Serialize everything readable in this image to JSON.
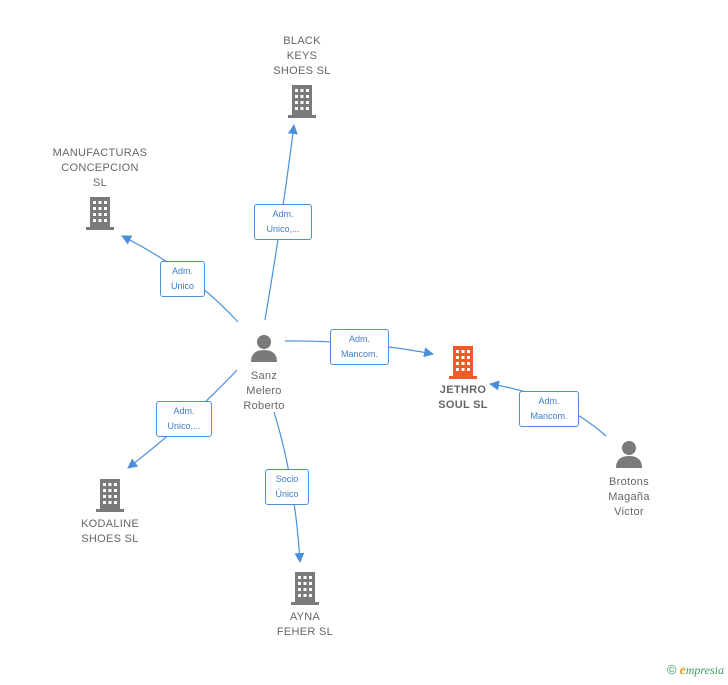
{
  "colors": {
    "edge": "#4a90d9",
    "company_icon": "#7a7a7a",
    "main_company_icon": "#f05a28",
    "person_icon": "#7a7a7a"
  },
  "nodes": {
    "person_sanz": {
      "label": "Sanz\nMelero\nRoberto",
      "icon": "person-icon"
    },
    "person_brotons": {
      "label": "Brotons\nMagaña\nVictor",
      "icon": "person-icon"
    },
    "company_jethro": {
      "label": "JETHRO\nSOUL  SL",
      "icon": "building-icon"
    },
    "company_black_keys": {
      "label": "BLACK\nKEYS\nSHOES  SL",
      "icon": "building-icon"
    },
    "company_manufacturas": {
      "label": "MANUFACTURAS\nCONCEPCION\nSL",
      "icon": "building-icon"
    },
    "company_kodaline": {
      "label": "KODALINE\nSHOES  SL",
      "icon": "building-icon"
    },
    "company_ayna": {
      "label": "AYNA\nFEHER  SL",
      "icon": "building-icon"
    }
  },
  "edges": {
    "sanz_black_keys": "Adm.\nUnico,...",
    "sanz_manufacturas": "Adm.\nUnico",
    "sanz_jethro": "Adm.\nMancom.",
    "brotons_jethro": "Adm.\nMancom.",
    "sanz_kodaline": "Adm.\nUnico,...",
    "sanz_ayna": "Socio\nÚnico"
  },
  "footer": {
    "copyright": "©",
    "brand_first": "e",
    "brand_rest": "mpresia"
  }
}
